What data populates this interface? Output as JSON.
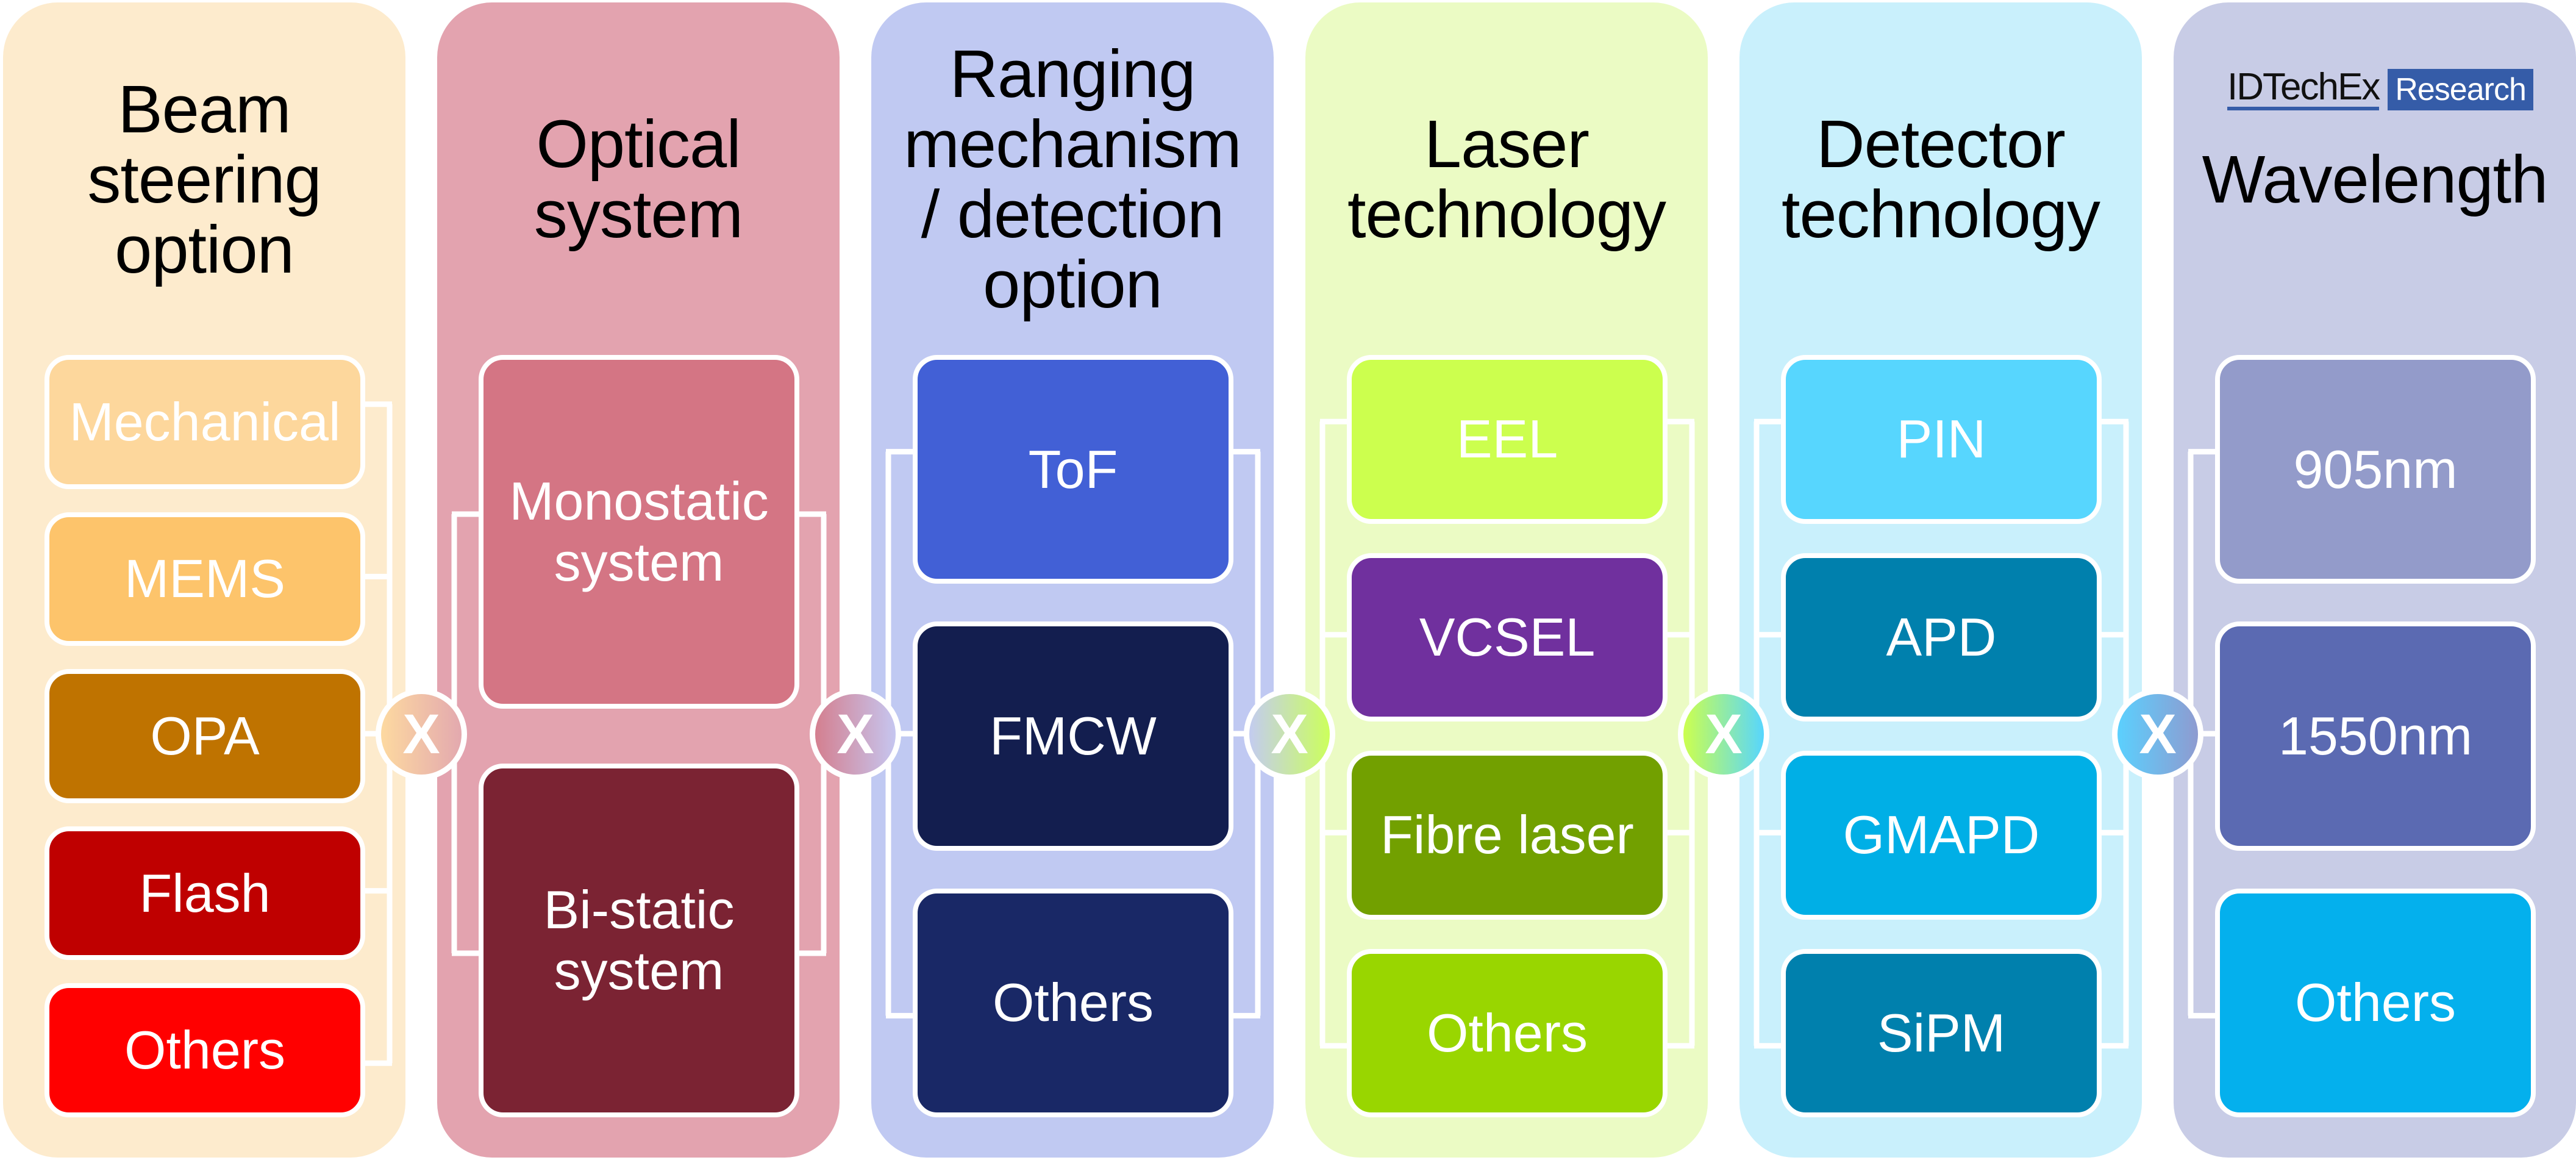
{
  "diagram": {
    "brand": {
      "name": "IDTechEx",
      "tag": "Research",
      "tag_color": "#355ca8"
    },
    "operator_symbol": "X",
    "columns": [
      {
        "title": "Beam\nsteering\noption",
        "bg": "#FDEBCD",
        "items": [
          {
            "label": "Mechanical",
            "color": "#FDD79C"
          },
          {
            "label": "MEMS",
            "color": "#FDC46B"
          },
          {
            "label": "OPA",
            "color": "#BF7300"
          },
          {
            "label": "Flash",
            "color": "#BF0000"
          },
          {
            "label": "Others",
            "color": "#FF0000"
          }
        ]
      },
      {
        "title": "Optical\nsystem",
        "bg": "#E3A3AF",
        "items": [
          {
            "label": "Monostatic\nsystem",
            "color": "#D47584"
          },
          {
            "label": "Bi-static\nsystem",
            "color": "#7B2333"
          }
        ]
      },
      {
        "title": "Ranging\nmechanism\n/ detection\noption",
        "bg": "#C0C9F2",
        "items": [
          {
            "label": "ToF",
            "color": "#4260D6"
          },
          {
            "label": "FMCW",
            "color": "#131E4F"
          },
          {
            "label": "Others",
            "color": "#192866"
          }
        ]
      },
      {
        "title": "Laser\ntechnology",
        "bg": "#EBFBC4",
        "items": [
          {
            "label": "EEL",
            "color": "#CCFF4E"
          },
          {
            "label": "VCSEL",
            "color": "#70309E"
          },
          {
            "label": "Fibre laser",
            "color": "#72A000"
          },
          {
            "label": "Others",
            "color": "#99D600"
          }
        ]
      },
      {
        "title": "Detector\ntechnology",
        "bg": "#C9F0FC",
        "items": [
          {
            "label": "PIN",
            "color": "#57D6FE"
          },
          {
            "label": "APD",
            "color": "#0080AD"
          },
          {
            "label": "GMAPD",
            "color": "#00AFE6"
          },
          {
            "label": "SiPM",
            "color": "#0080AD"
          }
        ]
      },
      {
        "title": "Wavelength",
        "bg": "#C8CCE6",
        "items": [
          {
            "label": "905nm",
            "color": "#939BCA"
          },
          {
            "label": "1550nm",
            "color": "#5B6AB2"
          },
          {
            "label": "Others",
            "color": "#04B0ED"
          }
        ]
      }
    ],
    "operators": [
      {
        "from": "#FDD9A0",
        "to": "#E3A9AF"
      },
      {
        "from": "#D47F8F",
        "to": "#C6C6F0"
      },
      {
        "from": "#C3CCF0",
        "to": "#CCFF5C"
      },
      {
        "from": "#CCFF4E",
        "to": "#57D6FE"
      },
      {
        "from": "#5BD0FE",
        "to": "#8E9BD0"
      }
    ]
  }
}
